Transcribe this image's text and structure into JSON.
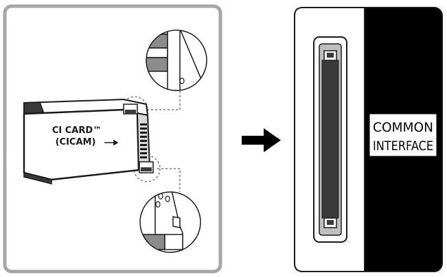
{
  "card": {
    "label_line1": "CI CARD™",
    "label_line2": "(CICAM)"
  },
  "slot_panel": {
    "label_line1": "COMMON",
    "label_line2": "INTERFACE"
  },
  "colors": {
    "frame_gray": "#a6a6a6",
    "outline": "#1a1a1a",
    "dark_gray": "#4d4d4d",
    "mid_gray": "#8c8c8c",
    "light_gray": "#d9d9d9",
    "slot_dark": "#3a3a3a",
    "panel_black": "#000000",
    "background": "#ffffff"
  },
  "icons": {
    "insert_direction": "arrow-right-icon",
    "card_direction": "small-arrow-right-icon"
  }
}
